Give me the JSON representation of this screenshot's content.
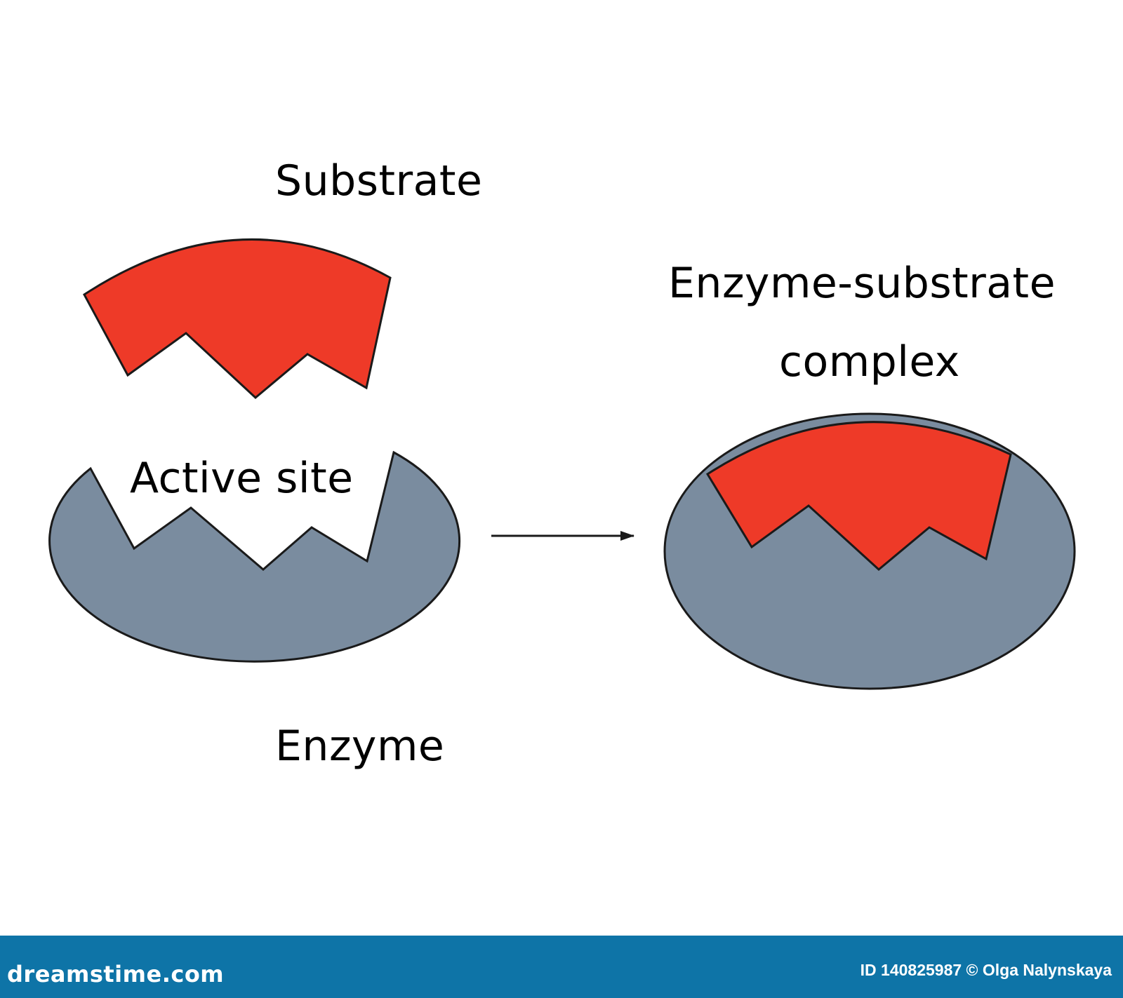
{
  "labels": {
    "substrate": "Substrate",
    "active_site": "Active site",
    "enzyme": "Enzyme",
    "complex_line1": "Enzyme-substrate",
    "complex_line2": "complex"
  },
  "colors": {
    "substrate": "#ee3a28",
    "enzyme": "#7a8c9f",
    "outline": "#1a1a1a",
    "footer": "#0e74a7"
  },
  "footer": {
    "logo": "dreamstime.com",
    "id_label": "ID",
    "image_id": "140825987",
    "author": "© Olga Nalynskaya"
  }
}
